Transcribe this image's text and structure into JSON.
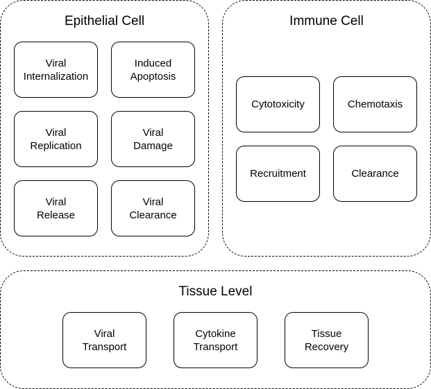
{
  "groups": {
    "epithelial": {
      "title": "Epithelial Cell",
      "boxes": [
        {
          "label": "Viral\nInternalization"
        },
        {
          "label": "Induced\nApoptosis"
        },
        {
          "label": "Viral\nReplication"
        },
        {
          "label": "Viral\nDamage"
        },
        {
          "label": "Viral\nRelease"
        },
        {
          "label": "Viral\nClearance"
        }
      ]
    },
    "immune": {
      "title": "Immune Cell",
      "boxes": [
        {
          "label": "Cytotoxicity"
        },
        {
          "label": "Chemotaxis"
        },
        {
          "label": "Recruitment"
        },
        {
          "label": "Clearance"
        }
      ]
    },
    "tissue": {
      "title": "Tissue Level",
      "boxes": [
        {
          "label": "Viral\nTransport"
        },
        {
          "label": "Cytokine\nTransport"
        },
        {
          "label": "Tissue\nRecovery"
        }
      ]
    }
  }
}
